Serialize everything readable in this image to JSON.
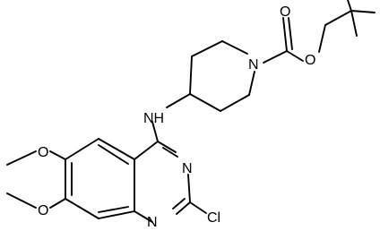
{
  "molecule": {
    "atoms": [
      {
        "id": "O1",
        "label": "O"
      },
      {
        "id": "O2",
        "label": "O"
      },
      {
        "id": "N1",
        "label": "N"
      },
      {
        "id": "NH",
        "label": "NH"
      },
      {
        "id": "N3",
        "label": "N"
      },
      {
        "id": "N4",
        "label": "N"
      },
      {
        "id": "Cl",
        "label": "Cl"
      },
      {
        "id": "OMe1",
        "label": "O"
      },
      {
        "id": "OMe2",
        "label": "O"
      }
    ]
  }
}
